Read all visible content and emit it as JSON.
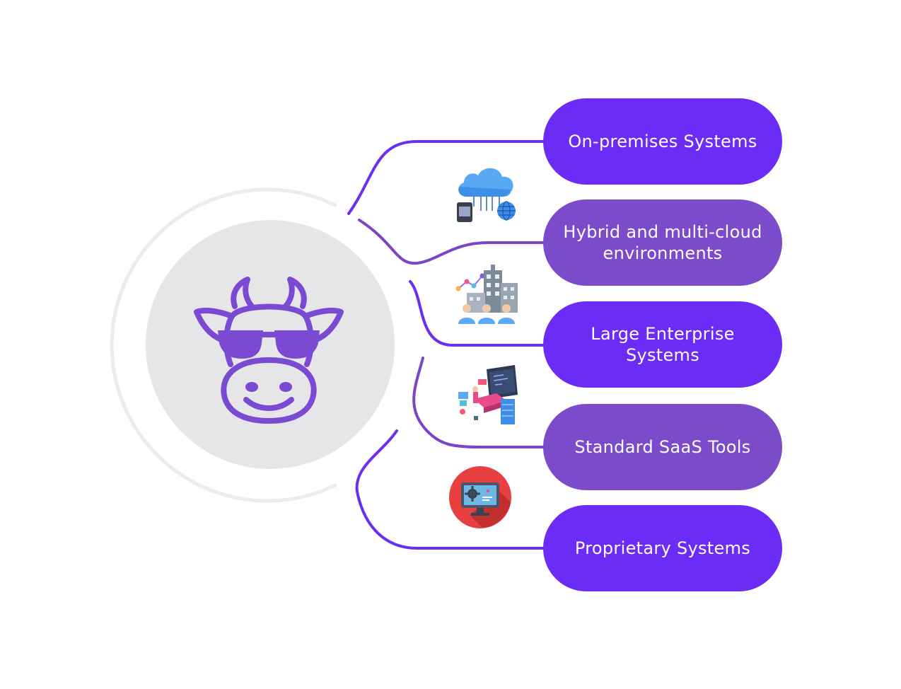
{
  "hub": {
    "logo": "cow-with-sunglasses-icon"
  },
  "colors": {
    "line": "#6a2ff0",
    "line_muted": "#7a45c8",
    "outer_ring": "#ececec",
    "inner_circle": "#e6e5e8",
    "cow_stroke": "#7a4bd2"
  },
  "nodes": [
    {
      "label": "On-premises Systems",
      "color": "#6b2cf5"
    },
    {
      "label": "Hybrid and multi-cloud environments",
      "color": "#7c4bcc"
    },
    {
      "label": "Large Enterprise Systems",
      "color": "#6b2cf5"
    },
    {
      "label": "Standard SaaS Tools",
      "color": "#7c4bcc"
    },
    {
      "label": "Proprietary Systems",
      "color": "#6b2cf5"
    }
  ],
  "icons": [
    "cloud-network-icon",
    "enterprise-building-analytics-icon",
    "saas-workstation-isometric-icon",
    "monitor-settings-icon"
  ]
}
